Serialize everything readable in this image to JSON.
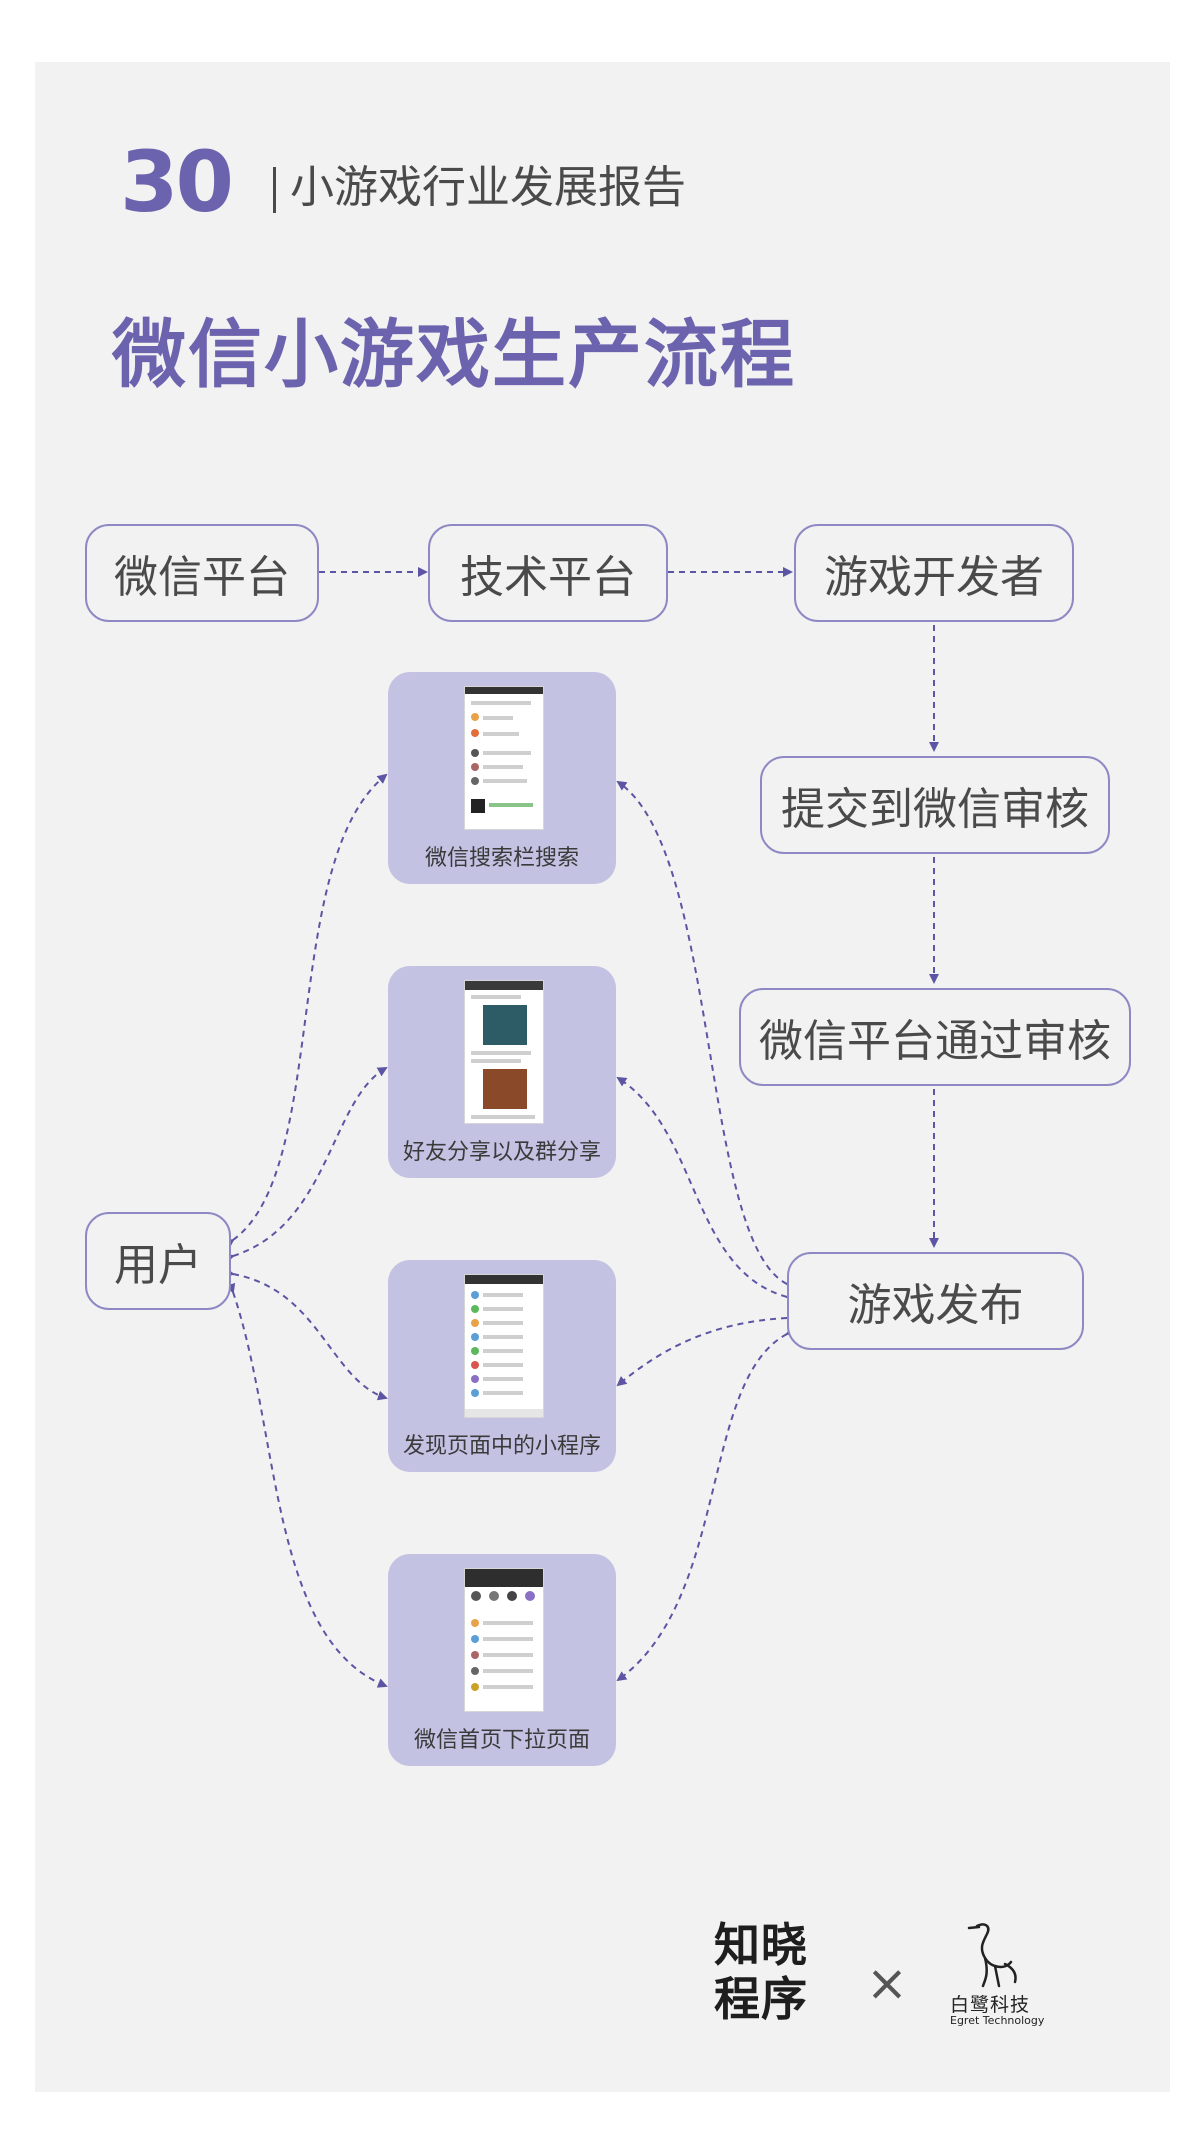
{
  "header": {
    "page_number": "30",
    "report_title": "小游戏行业发展报告"
  },
  "title": "微信小游戏生产流程",
  "nodes": {
    "wechat_platform": "微信平台",
    "tech_platform": "技术平台",
    "game_developer": "游戏开发者",
    "submit_review": "提交到微信审核",
    "platform_approve": "微信平台通过审核",
    "game_publish": "游戏发布",
    "user": "用户"
  },
  "channels": [
    {
      "label": "微信搜索栏搜索"
    },
    {
      "label": "好友分享以及群分享"
    },
    {
      "label": "发现页面中的小程序"
    },
    {
      "label": "微信首页下拉页面"
    }
  ],
  "footer": {
    "brand_line1": "知晓",
    "brand_line2": "程序",
    "cross": "×",
    "partner_cn": "白鹭科技",
    "partner_en": "Egret Technology"
  },
  "colors": {
    "accent": "#6b63ad",
    "card": "#c3c2e3",
    "node_border": "#8e89c4",
    "background": "#f2f2f2"
  }
}
